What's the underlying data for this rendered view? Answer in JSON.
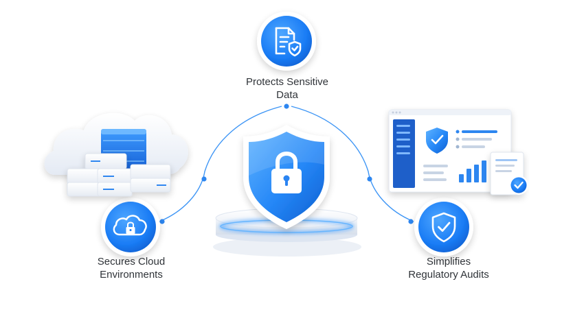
{
  "features": {
    "top": {
      "line1": "Protects Sensitive",
      "line2": "Data",
      "icon": "document-shield-icon"
    },
    "left": {
      "line1": "Secures Cloud",
      "line2": "Environments",
      "icon": "cloud-lock-icon"
    },
    "right": {
      "line1": "Simplifies",
      "line2": "Regulatory Audits",
      "icon": "shield-check-icon"
    }
  },
  "center": {
    "icon": "shield-lock-icon"
  },
  "illustrations": {
    "left": "cloud-server-stack-illustration",
    "right": "compliance-dashboard-illustration"
  },
  "colors": {
    "primary": "#1877f2",
    "primary_light": "#4aa3ff",
    "connector": "#3d95f5",
    "text": "#2f3338",
    "platform": "#eef3fa"
  }
}
